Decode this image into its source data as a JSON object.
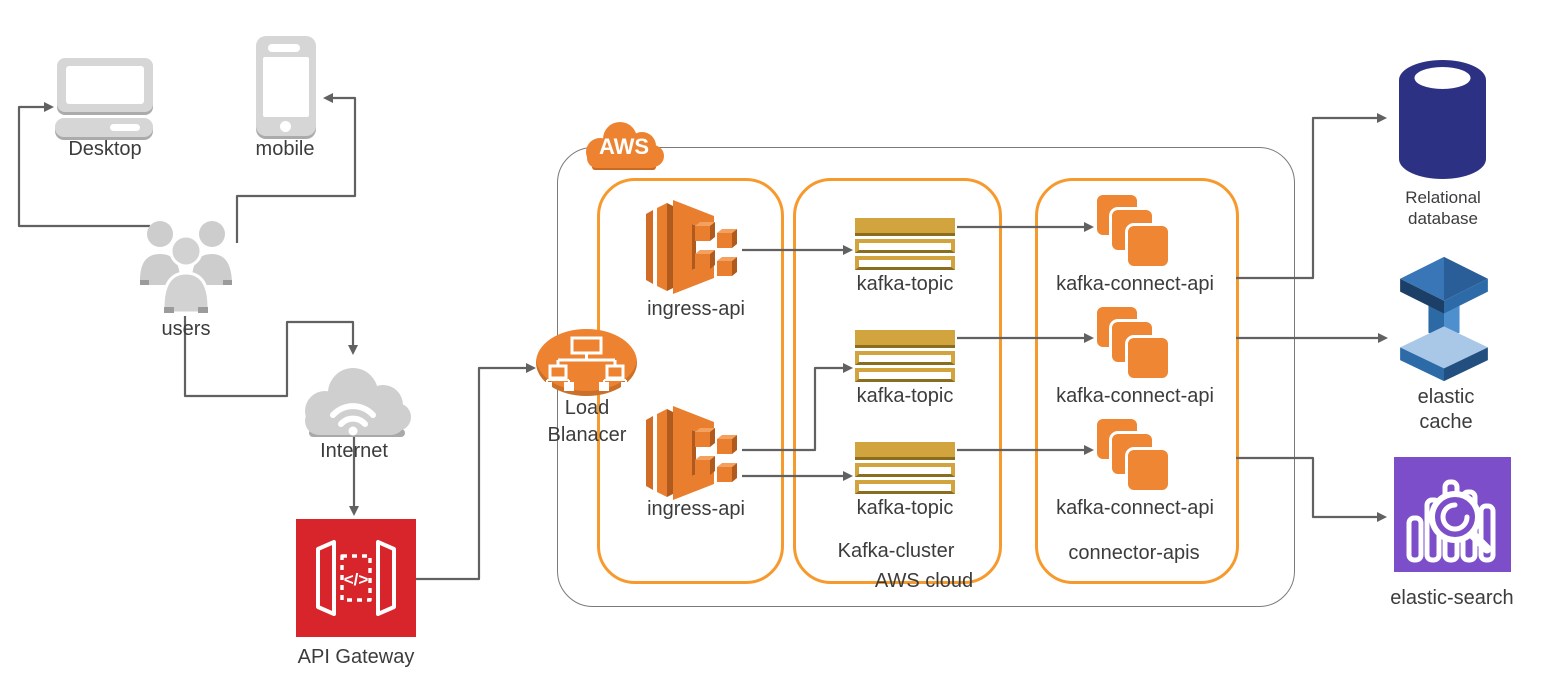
{
  "nodes": {
    "desktop": {
      "label": "Desktop"
    },
    "mobile": {
      "label": "mobile"
    },
    "users": {
      "label": "users"
    },
    "internet": {
      "label": "Internet"
    },
    "api_gateway": {
      "label": "API Gateway"
    },
    "load_balancer": {
      "label_line1": "Load",
      "label_line2": "Blanacer"
    },
    "aws_badge": {
      "label": "AWS"
    },
    "aws_cloud": {
      "label": "AWS cloud"
    },
    "ingress_apis": [
      {
        "label": "ingress-api"
      },
      {
        "label": "ingress-api"
      }
    ],
    "kafka_cluster": {
      "label": "Kafka-cluster",
      "topics": [
        {
          "label": "kafka-topic"
        },
        {
          "label": "kafka-topic"
        },
        {
          "label": "kafka-topic"
        }
      ]
    },
    "connector_group": {
      "label": "connector-apis",
      "connectors": [
        {
          "label": "kafka-connect-api"
        },
        {
          "label": "kafka-connect-api"
        },
        {
          "label": "kafka-connect-api"
        }
      ]
    },
    "relational_database": {
      "label_line1": "Relational",
      "label_line2": "database"
    },
    "elastic_cache": {
      "label_line1": "elastic",
      "label_line2": "cache"
    },
    "elastic_search": {
      "label": "elastic-search"
    }
  },
  "connections": [
    {
      "from": "users",
      "to": "desktop"
    },
    {
      "from": "users",
      "to": "mobile"
    },
    {
      "from": "users",
      "to": "internet"
    },
    {
      "from": "internet",
      "to": "api-gateway"
    },
    {
      "from": "api-gateway",
      "to": "load-balancer"
    },
    {
      "from": "ingress-api-1",
      "to": "kafka-topic-1"
    },
    {
      "from": "ingress-api-2",
      "to": "kafka-topic-2"
    },
    {
      "from": "ingress-api-2",
      "to": "kafka-topic-3"
    },
    {
      "from": "kafka-topic-1",
      "to": "kafka-connect-api-1"
    },
    {
      "from": "kafka-topic-2",
      "to": "kafka-connect-api-2"
    },
    {
      "from": "kafka-topic-3",
      "to": "kafka-connect-api-3"
    },
    {
      "from": "kafka-connect-api-1",
      "to": "relational-database"
    },
    {
      "from": "kafka-connect-api-2",
      "to": "elastic-cache"
    },
    {
      "from": "kafka-connect-api-3",
      "to": "elastic-search"
    }
  ],
  "colors": {
    "aws_orange": "#ED8330",
    "group_border_orange": "#F79A2E",
    "ecs_orange": "#E87E2E",
    "kafka_gold": "#D2A43E",
    "kafka_gold_dark": "#8A6D1E",
    "connector_orange": "#EE8633",
    "api_gateway_red": "#D8252C",
    "database_navy": "#2D3184",
    "elasticache_blue": "#2D6BA8",
    "elasticsearch_purple": "#7C4EC9",
    "device_grey": "#D6D6D6",
    "line_grey": "#616161",
    "text_grey": "#3C3C3C"
  }
}
